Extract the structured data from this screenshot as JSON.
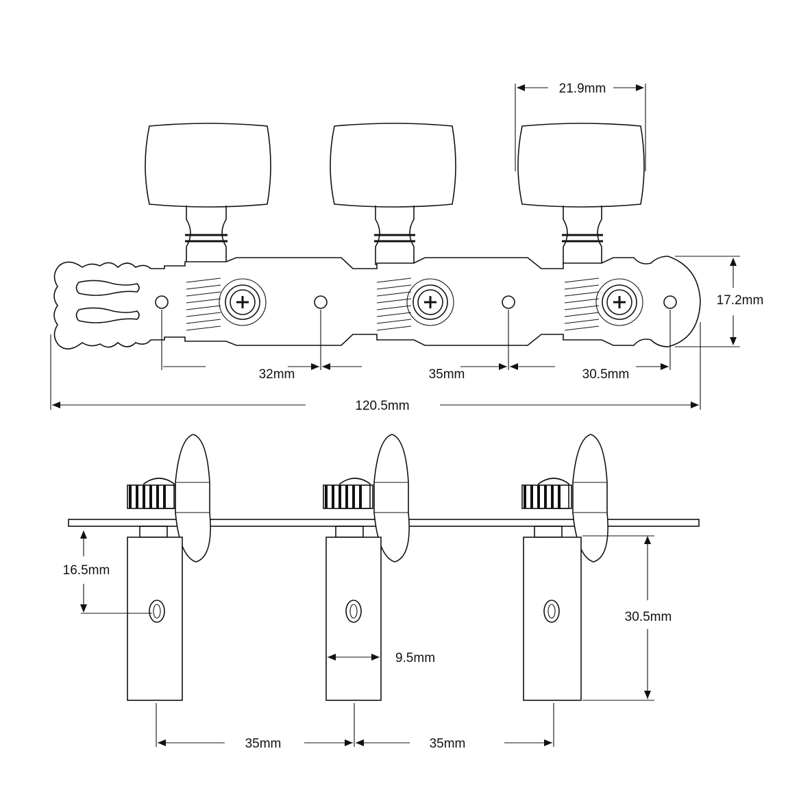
{
  "diagram": {
    "top_view": {
      "dimensions": {
        "button_width": "21.9mm",
        "plate_height": "17.2mm",
        "hole_spacing_1": "32mm",
        "hole_spacing_2": "35mm",
        "hole_spacing_3": "30.5mm",
        "overall_length": "120.5mm"
      }
    },
    "side_view": {
      "dimensions": {
        "hole_height": "16.5mm",
        "roller_width": "9.5mm",
        "roller_length": "30.5mm",
        "roller_spacing_1": "35mm",
        "roller_spacing_2": "35mm"
      }
    }
  }
}
